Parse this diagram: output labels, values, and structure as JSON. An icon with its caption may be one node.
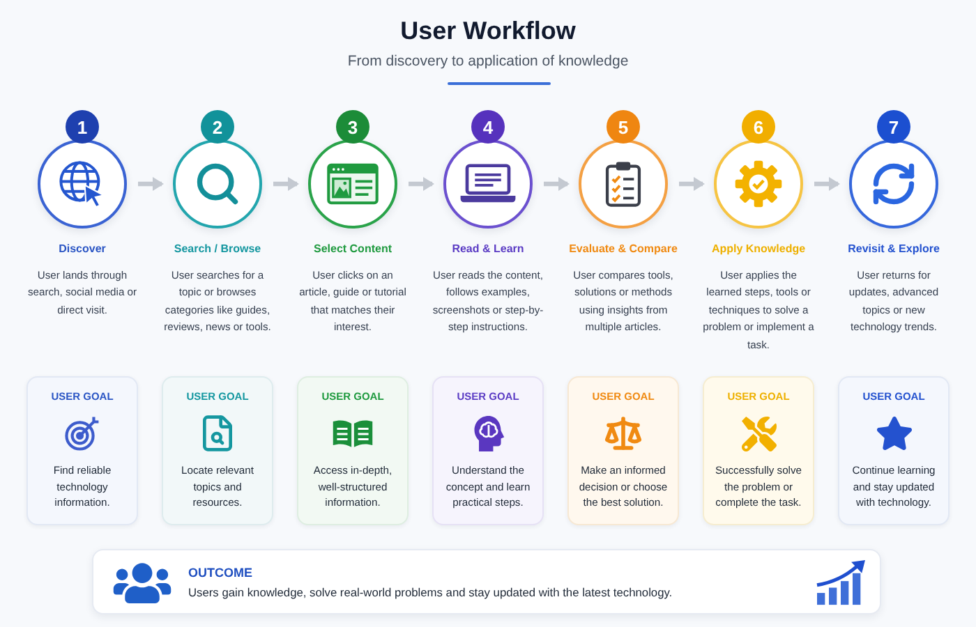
{
  "diagram": {
    "title": "User Workflow",
    "nodes": [
      {
        "text": [
          "1",
          "Discover",
          "User lands through search, social media or direct visit."
        ]
      },
      {
        "text": [
          "2",
          "Search / Browse",
          "User searches for a topic or browses categories like guides, reviews, news or tools."
        ]
      },
      {
        "text": [
          "3",
          "Select Content",
          "User clicks on an article, guide or tutorial that matches their interest."
        ]
      },
      {
        "text": [
          "4",
          "Read & Learn",
          "User reads the content, follows examples, screenshots or step-by-step instructions."
        ]
      },
      {
        "text": [
          "5",
          "Evaluate & Compare",
          "User compares tools, solutions or methods using insights from multiple articles."
        ]
      },
      {
        "text": [
          "6",
          "Apply Knowledge",
          "User applies the learned steps, tools or techniques to solve a problem or implement a task."
        ]
      },
      {
        "text": [
          "7",
          "Revisit & Explore",
          "User returns for updates, advanced topics or new technology trends."
        ]
      },
      {
        "text": [
          "USER GOAL",
          "Find reliable technology information."
        ]
      },
      {
        "text": [
          "USER GOAL",
          "Locate relevant topics and resources."
        ]
      },
      {
        "text": [
          "USER GOAL",
          "Access in-depth, well-structured information."
        ]
      },
      {
        "text": [
          "USER GOAL",
          "Understand the concept and learn practical steps."
        ]
      },
      {
        "text": [
          "USER GOAL",
          "Make an informed decision or choose the best solution."
        ]
      },
      {
        "text": [
          "USER GOAL",
          "Successfully solve the problem or complete the task."
        ]
      },
      {
        "text": [
          "USER GOAL",
          "Continue learning and stay updated with technology."
        ]
      },
      {
        "text": [
          "OUTCOME",
          "Users gain knowledge, solve real-world problems and stay updated with the latest technology."
        ]
      }
    ],
    "edges": [
      {
        "from": 0,
        "to": 1,
        "arrow": "to"
      },
      {
        "from": 1,
        "to": 2,
        "arrow": "to"
      },
      {
        "from": 2,
        "to": 3,
        "arrow": "to"
      },
      {
        "from": 3,
        "to": 4,
        "arrow": "to"
      },
      {
        "from": 4,
        "to": 5,
        "arrow": "to"
      },
      {
        "from": 5,
        "to": 6,
        "arrow": "to"
      }
    ],
    "labels": [
      "From discovery to application of knowledge"
    ]
  }
}
